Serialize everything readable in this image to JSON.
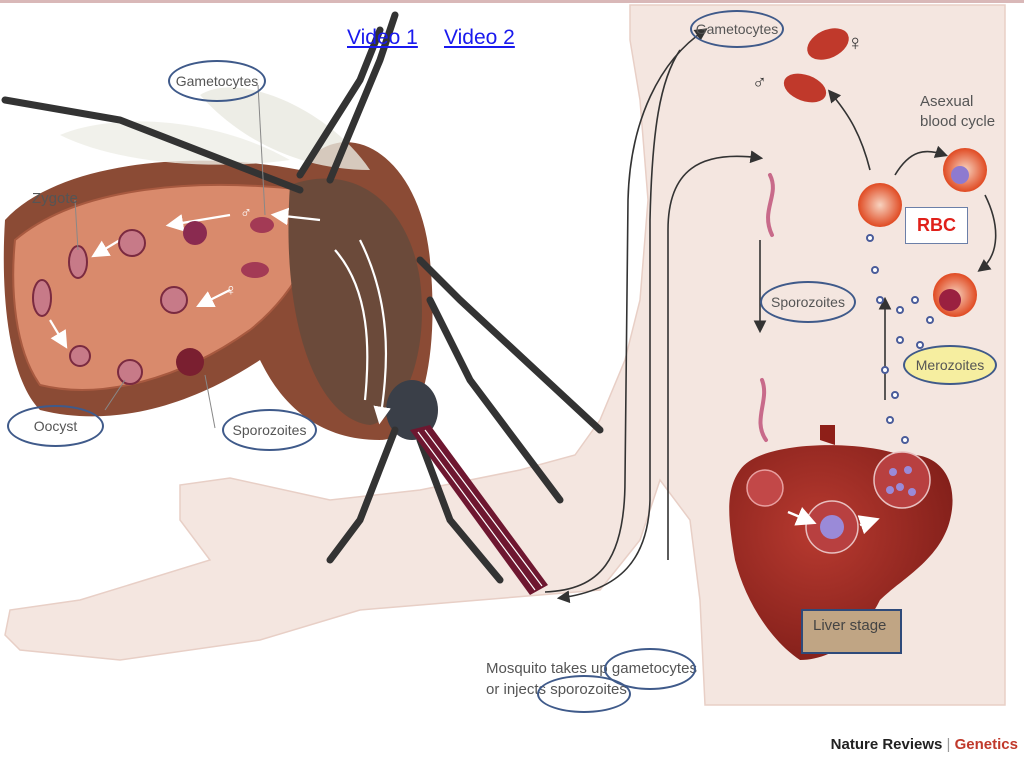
{
  "links": {
    "video1": "Video 1",
    "video2": "Video 2"
  },
  "labels": {
    "gametocytes_top": "Gametocytes",
    "gametocytes_mosquito": "Gametocytes",
    "zygote": "Zygote",
    "oocyst": "Oocyst",
    "sporozoites_mosquito": "Sporozoites",
    "sporozoites_body": "Sporozoites",
    "asexual_line1": "Asexual",
    "asexual_line2": "blood cycle",
    "rbc": "RBC",
    "merozoites": "Merozoites",
    "liver_stage": "Liver stage",
    "female_symbol": "♀",
    "male_symbol": "♂",
    "caption_line1": "Mosquito takes up gametocytes",
    "caption_line2": "or injects sporozoites"
  },
  "footer": {
    "journal": "Nature Reviews",
    "separator": "|",
    "section": "Genetics"
  },
  "colors": {
    "skin": "#f4e6e0",
    "liver": "#9c2a24",
    "oval_border": "#3f5a8a",
    "rbc_text": "#e0201a",
    "link": "#1a1aee",
    "merozoite_fill": "#f6eea0"
  }
}
